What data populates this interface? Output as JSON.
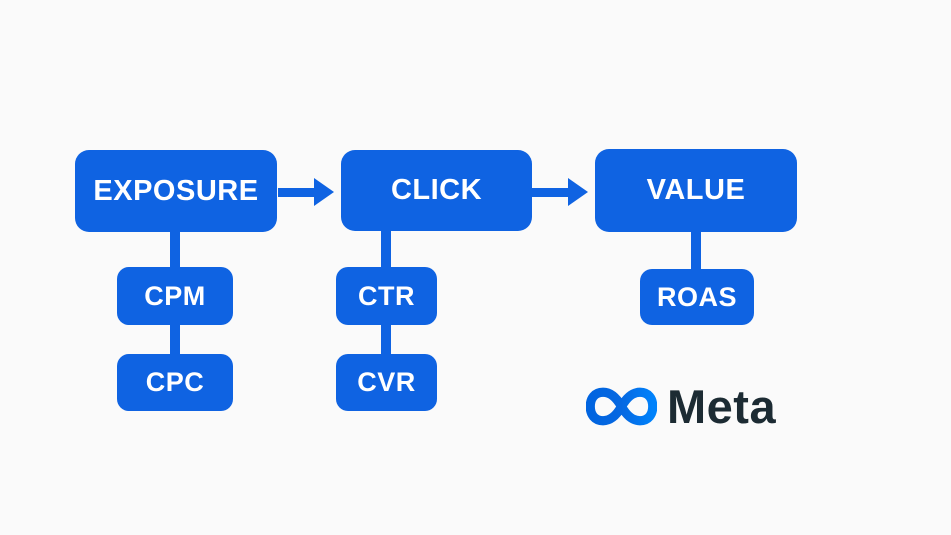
{
  "colors": {
    "background": "#FAFAFA",
    "node_blue": "#0F63E2",
    "node_text": "#FFFFFF",
    "wordmark_text": "#1C2B33",
    "logo_gradient_start": "#0064E0",
    "logo_gradient_end": "#0082FB"
  },
  "diagram": {
    "stages": [
      {
        "label": "EXPOSURE",
        "metrics": [
          {
            "label": "CPM"
          },
          {
            "label": "CPC"
          }
        ]
      },
      {
        "label": "CLICK",
        "metrics": [
          {
            "label": "CTR"
          },
          {
            "label": "CVR"
          }
        ]
      },
      {
        "label": "VALUE",
        "metrics": [
          {
            "label": "ROAS"
          }
        ]
      }
    ],
    "arrows": [
      {
        "from": "EXPOSURE",
        "to": "CLICK"
      },
      {
        "from": "CLICK",
        "to": "VALUE"
      }
    ]
  },
  "branding": {
    "wordmark": "Meta",
    "logo_icon": "meta-infinity-icon"
  }
}
